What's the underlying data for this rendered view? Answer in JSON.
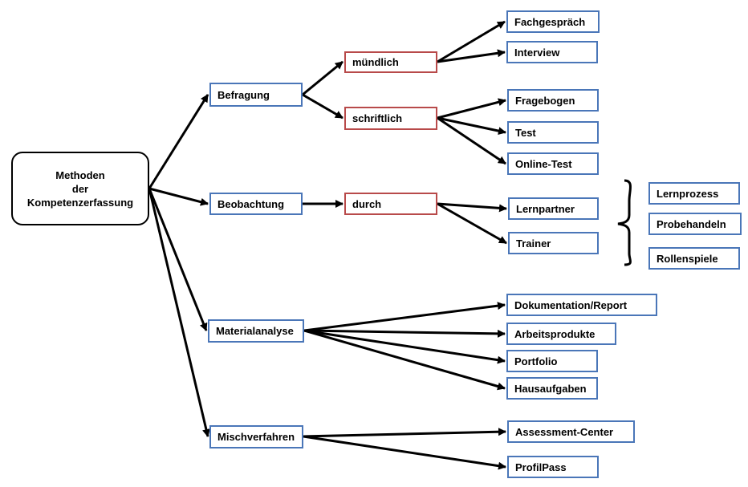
{
  "root": {
    "lines": [
      "Methoden",
      "der",
      "Kompetenzerfassung"
    ]
  },
  "level1": {
    "befragung": "Befragung",
    "beobachtung": "Beobachtung",
    "materialanalyse": "Materialanalyse",
    "mischverfahren": "Mischverfahren"
  },
  "level2": {
    "muendlich": "mündlich",
    "schriftlich": "schriftlich",
    "durch": "durch"
  },
  "leaves": {
    "fachgespraech": "Fachgespräch",
    "interview": "Interview",
    "fragebogen": "Fragebogen",
    "test": "Test",
    "online_test": "Online-Test",
    "lernpartner": "Lernpartner",
    "trainer": "Trainer",
    "lernprozess": "Lernprozess",
    "probehandeln": "Probehandeln",
    "rollenspiele": "Rollenspiele",
    "dokumentation": "Dokumentation/Report",
    "arbeitsprodukte": "Arbeitsprodukte",
    "portfolio": "Portfolio",
    "hausaufgaben": "Hausaufgaben",
    "assessment_center": "Assessment-Center",
    "profilpass": "ProfilPass"
  },
  "colors": {
    "level1_border": "#4a76b8",
    "level2_border": "#b84a4a",
    "leaf_border": "#4a76b8",
    "root_border": "#000000",
    "arrow": "#000000"
  }
}
